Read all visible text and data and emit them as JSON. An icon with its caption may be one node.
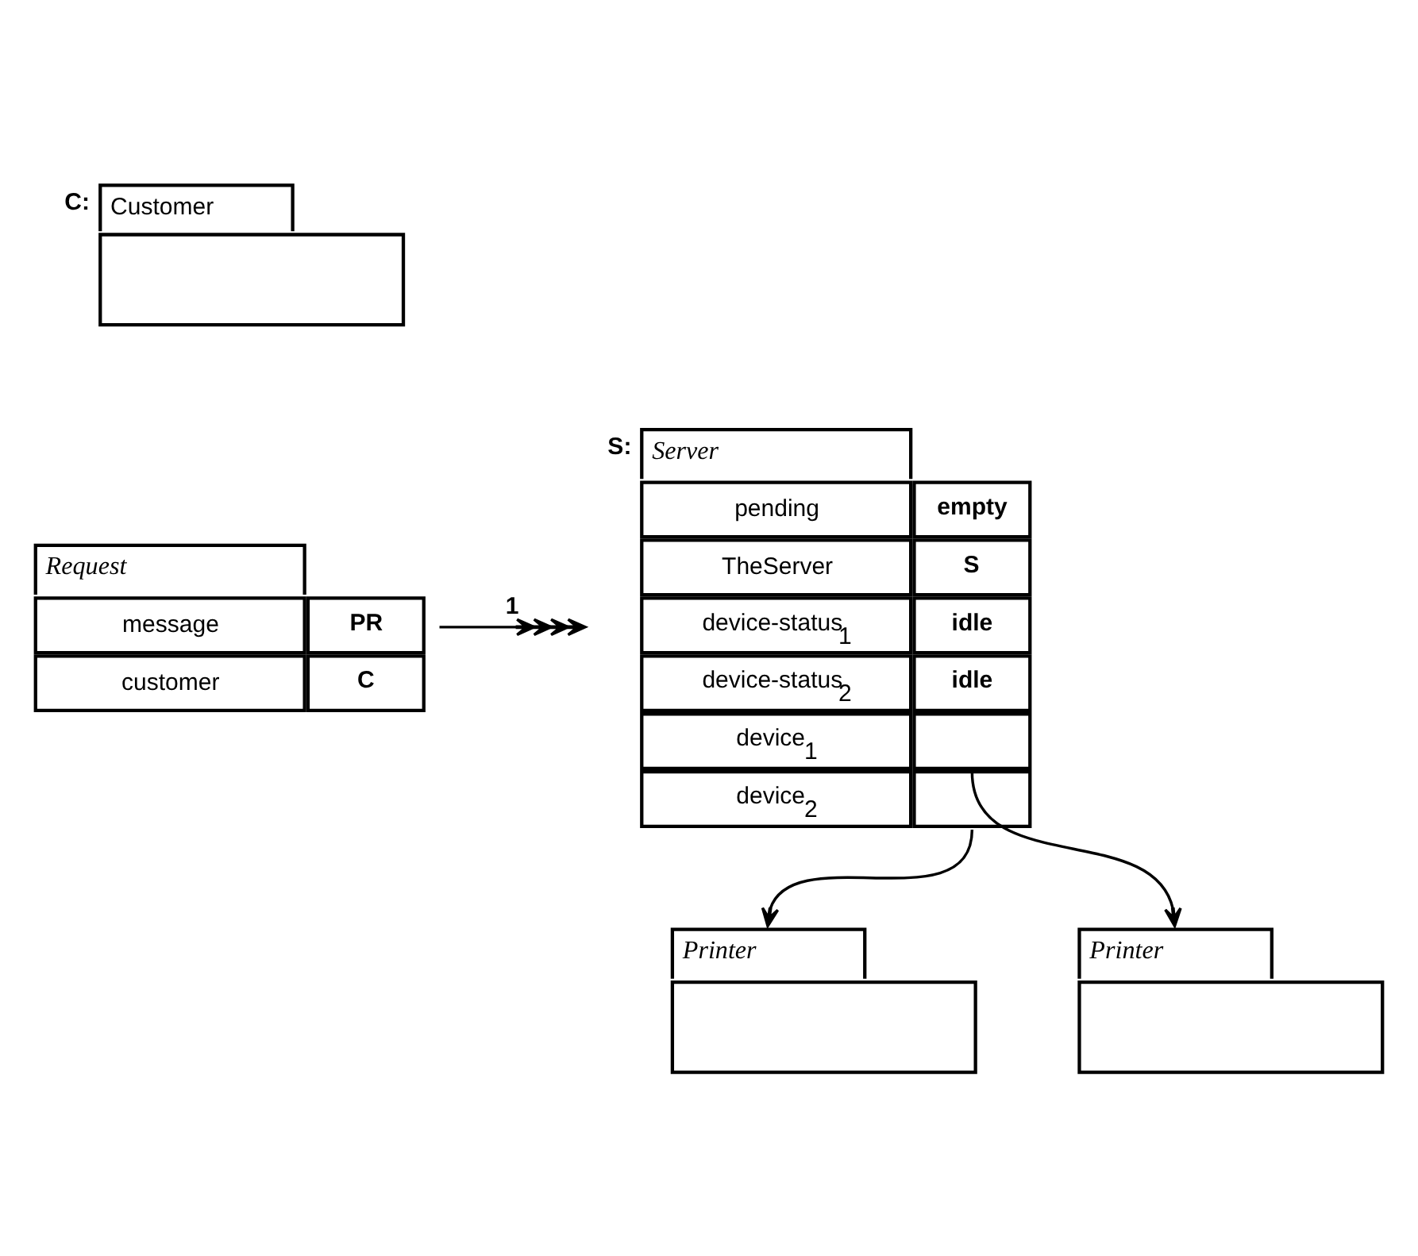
{
  "diagram": {
    "nodes": [
      {
        "text": [
          "Customer"
        ],
        "beside": [
          "C:"
        ]
      },
      {
        "text": [
          "Request",
          "message",
          "PR",
          "customer",
          "C"
        ]
      },
      {
        "text": [
          "Server",
          "pending",
          "empty",
          "TheServer",
          "S",
          "device-status$_{1}$",
          "idle",
          "device-status$_{2}$",
          "idle",
          "device$_{1}$",
          "device$_{2}$"
        ],
        "beside": [
          "S:"
        ]
      },
      {
        "text": [
          "Printer"
        ]
      },
      {
        "text": [
          "Printer"
        ]
      }
    ],
    "edges": [
      {
        "from": 1,
        "to": 2,
        "arrow": "to",
        "label": "1"
      },
      {
        "from": 2,
        "to": 4,
        "arrow": "to"
      },
      {
        "from": 2,
        "to": 3,
        "arrow": "to"
      }
    ]
  }
}
